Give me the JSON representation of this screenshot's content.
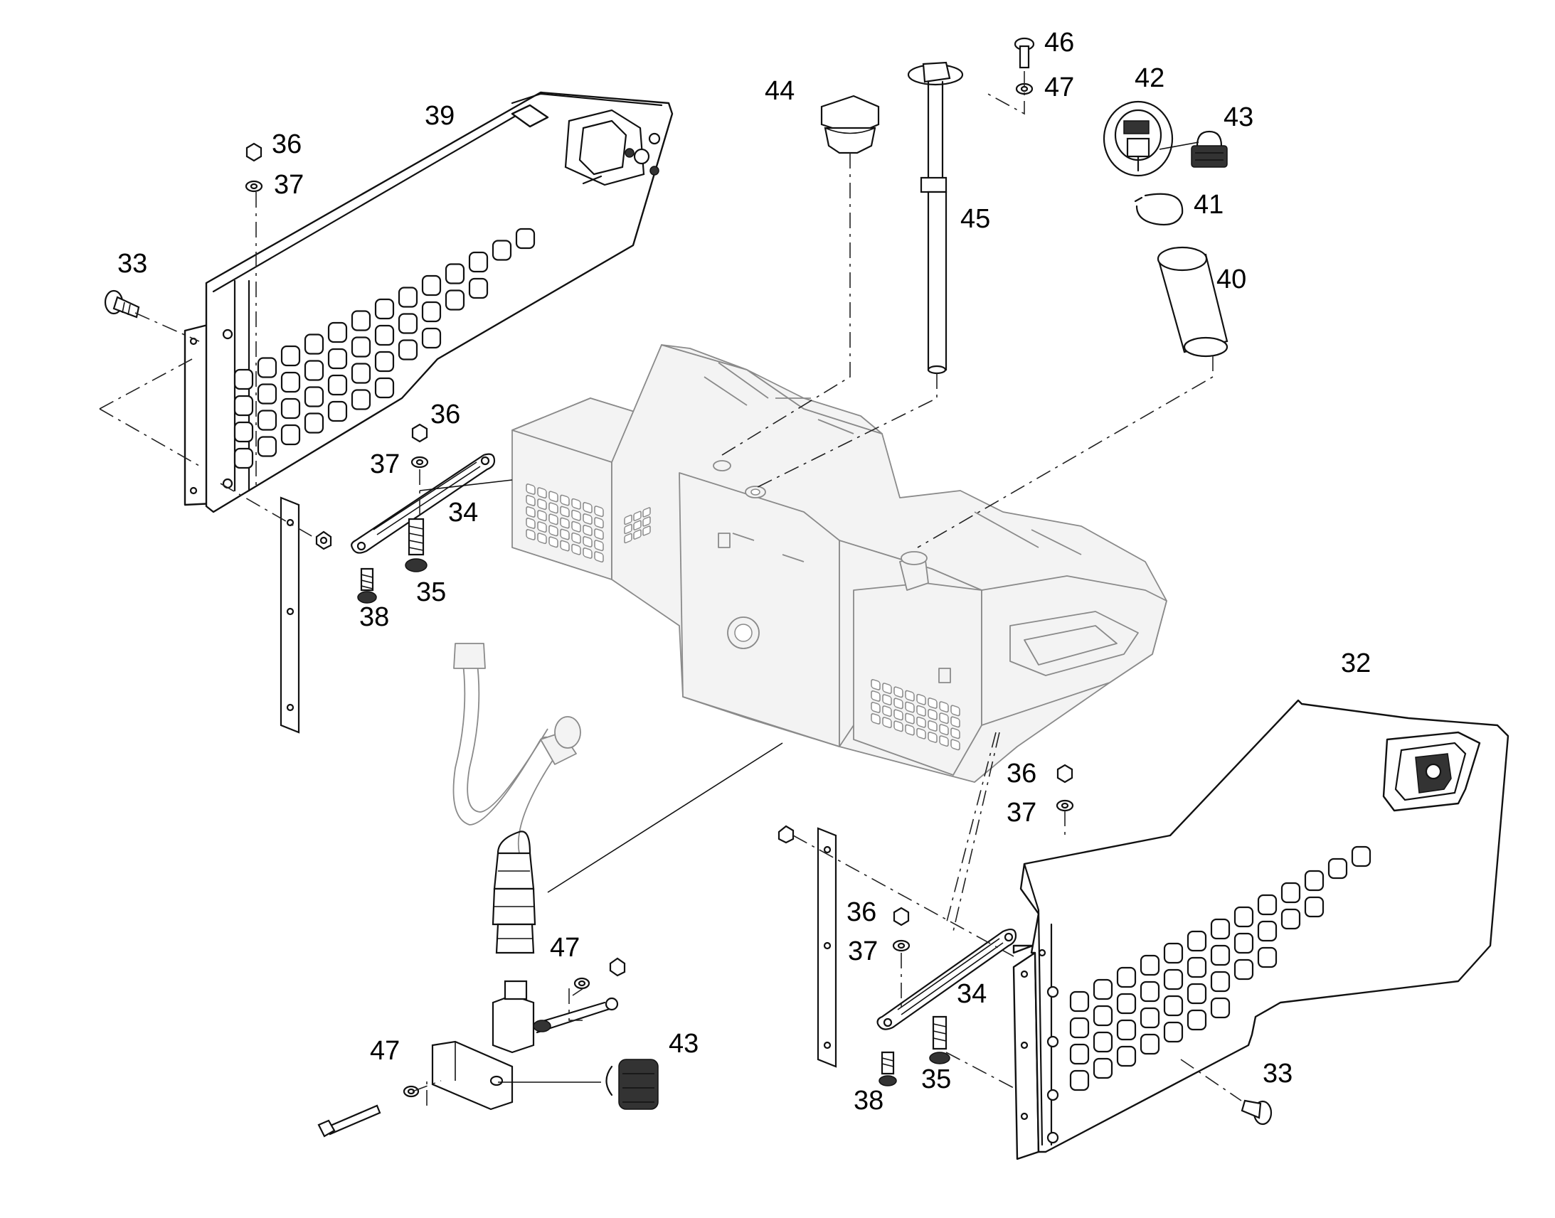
{
  "callouts": {
    "c32": "32",
    "c33a": "33",
    "c33b": "33",
    "c34a": "34",
    "c34b": "34",
    "c35a": "35",
    "c35b": "35",
    "c36a": "36",
    "c36b": "36",
    "c36c": "36",
    "c36d": "36",
    "c37a": "37",
    "c37b": "37",
    "c37c": "37",
    "c37d": "37",
    "c38a": "38",
    "c38b": "38",
    "c39": "39",
    "c40": "40",
    "c41": "41",
    "c42": "42",
    "c43a": "43",
    "c43b": "43",
    "c44": "44",
    "c45": "45",
    "c46": "46",
    "c47a": "47",
    "c47b": "47",
    "c47c": "47"
  }
}
